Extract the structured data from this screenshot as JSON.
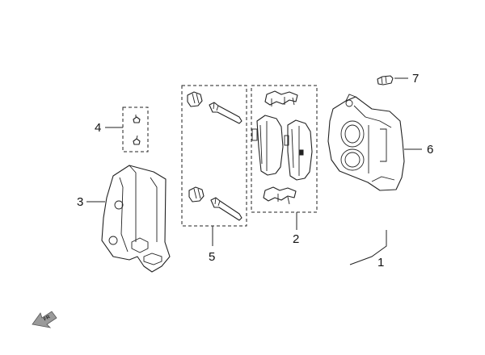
{
  "callouts": {
    "c1": "1",
    "c2": "2",
    "c3": "3",
    "c4": "4",
    "c5": "5",
    "c6": "6",
    "c7": "7"
  },
  "orientation": {
    "arrow_text": "FR"
  }
}
